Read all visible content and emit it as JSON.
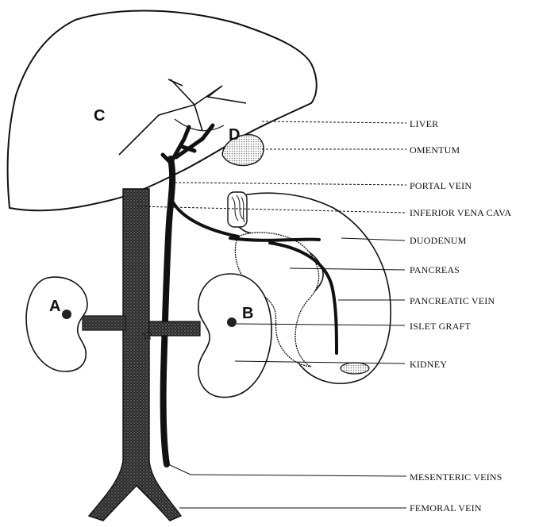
{
  "organ_markers": {
    "C": "C",
    "D": "D",
    "A": "A",
    "B": "B"
  },
  "labels": {
    "liver": "LIVER",
    "omentum": "OMENTUM",
    "portal_vein": "PORTAL VEIN",
    "inferior_vena_cava": "INFERIOR VENA CAVA",
    "duodenum": "DUODENUM",
    "pancreas": "PANCREAS",
    "pancreatic_vein": "PANCREATIC VEIN",
    "islet_graft": "ISLET GRAFT",
    "kidney": "KIDNEY",
    "mesenteric_veins": "MESENTERIC VEINS",
    "femoral_vein": "FEMORAL VEIN"
  },
  "colors": {
    "ink": "#111111",
    "vein_stipple": "#444444",
    "background": "#ffffff"
  }
}
